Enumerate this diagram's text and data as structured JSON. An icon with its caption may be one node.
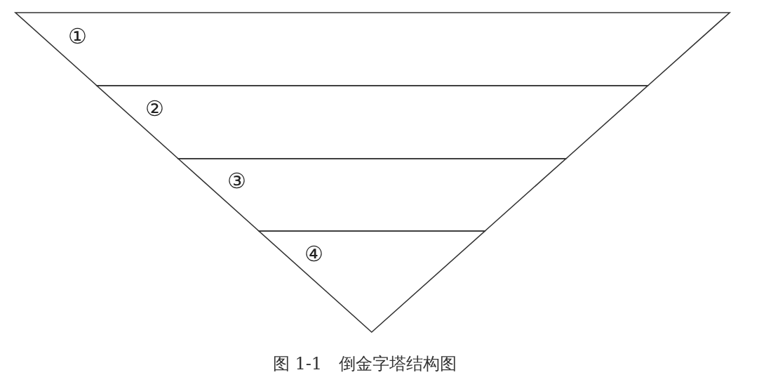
{
  "diagram": {
    "caption": "图 1-1　倒金字塔结构图",
    "nodes": [
      {
        "text": [
          "①"
        ]
      },
      {
        "text": [
          "②"
        ]
      },
      {
        "text": [
          "③"
        ]
      },
      {
        "text": [
          "④"
        ]
      }
    ]
  }
}
